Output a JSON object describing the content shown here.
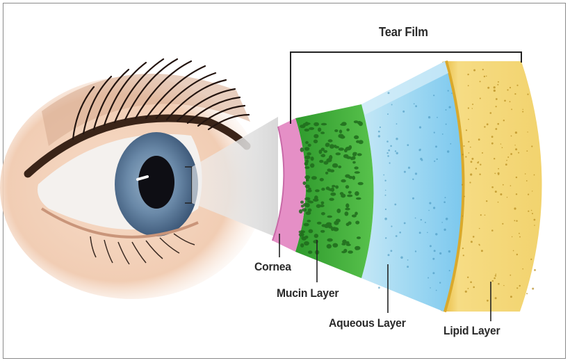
{
  "labels": {
    "tear_film": "Tear Film",
    "cornea": "Cornea",
    "mucin": "Mucin Layer",
    "aqueous": "Aqueous Layer",
    "lipid": "Lipid Layer"
  },
  "colors": {
    "cornea": "#e58fc6",
    "mucin": "#3fae3a",
    "aqueous": "#a9dcf2",
    "aqueous_deep": "#6fc1ea",
    "lipid": "#f4d877",
    "lipid_edge": "#e6b93c",
    "iris": "#5d7c9c",
    "leader_line": "#222222"
  }
}
